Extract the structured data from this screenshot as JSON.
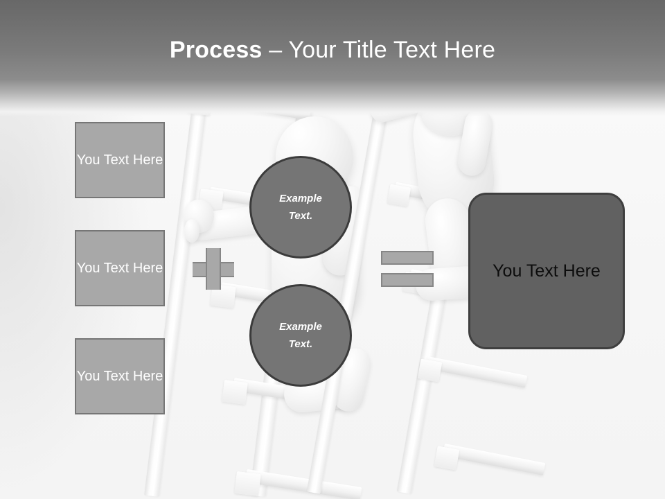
{
  "slide": {
    "title_strong": "Process",
    "title_rest": " – Your Title Text Here",
    "background_description": "two white 3d figures climbing white ladders"
  },
  "colors": {
    "header_top": "#686868",
    "header_bottom": "#f2f2f2",
    "box_fill": "#a8a8a8",
    "box_border": "#767676",
    "circle_fill": "#757575",
    "circle_border": "#3b3b3b",
    "result_fill": "#616161",
    "result_border": "#3f3f3f",
    "operator_fill": "#a8a8a8",
    "operator_border": "#868686",
    "slide_background": "#f7f7f7",
    "title_text": "#ffffff"
  },
  "inputs": [
    {
      "id": "input-1",
      "label": "You Text Here"
    },
    {
      "id": "input-2",
      "label": "You Text Here"
    },
    {
      "id": "input-3",
      "label": "You Text Here"
    }
  ],
  "operators": {
    "plus": "+",
    "equals": "="
  },
  "circles": [
    {
      "id": "circle-1",
      "line1": "Example",
      "line2": "Text."
    },
    {
      "id": "circle-2",
      "line1": "Example",
      "line2": "Text."
    }
  ],
  "result": {
    "label": "You Text Here"
  }
}
